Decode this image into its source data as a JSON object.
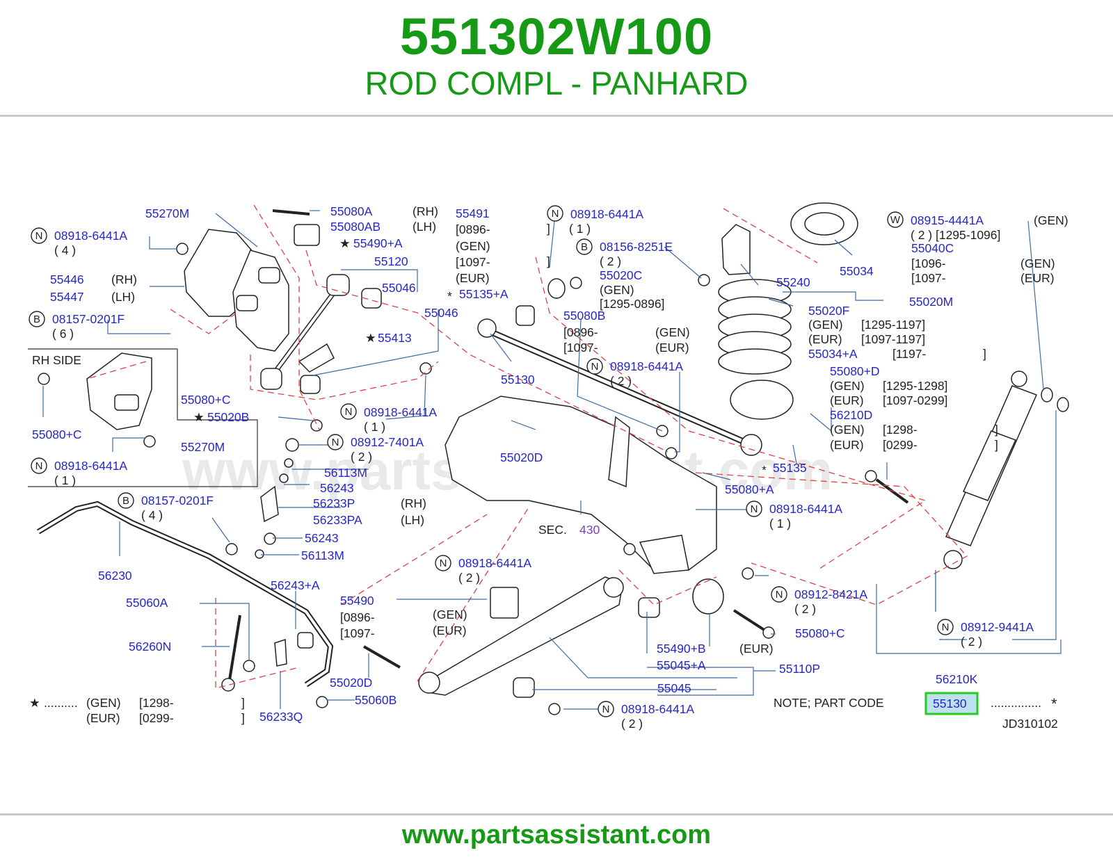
{
  "header": {
    "part_number": "551302W100",
    "part_name": "ROD COMPL - PANHARD"
  },
  "footer": {
    "url": "www.partsassistant.com"
  },
  "watermark": "www.partsassistant.com",
  "diagram_code": "JD310102",
  "note": {
    "text": "NOTE;  PART  CODE",
    "highlight_code": "55130",
    "dots": "...............",
    "star": "*"
  },
  "legend": {
    "star": "★",
    "dots": "..........",
    "gen": "(GEN)",
    "gen_range": "[1298-",
    "eur": "(EUR)",
    "eur_range": "[0299-",
    "bracket": "]"
  },
  "rh_side": "RH   SIDE",
  "sec": {
    "label": "SEC.",
    "number": "430"
  },
  "letters": {
    "N": "N",
    "B": "B",
    "W": "W"
  },
  "parts": {
    "p55270M_a": "55270M",
    "p08918_a": "08918-6441A",
    "q4": "( 4 )",
    "p55446": "55446",
    "p55447": "55447",
    "rh": "(RH)",
    "lh": "(LH)",
    "p08157_a": "08157-0201F",
    "q6": "( 6 )",
    "p55080C_a": "55080+C",
    "p55270M_b": "55270M",
    "p08918_b": "08918-6441A",
    "q1": "( 1 )",
    "p55080A": "55080A",
    "p55080AB": "55080AB",
    "p55490A": "55490+A",
    "star": "★",
    "p55120": "55120",
    "p55046_a": "55046",
    "p55046_b": "55046",
    "p55413": "55413",
    "p55080C_b": "55080+C",
    "p55020B": "55020B",
    "p55491": "55491",
    "r0896": "[0896-",
    "gen": "(GEN)",
    "r1097": "[1097-",
    "eur": "(EUR)",
    "p55135A": "55135+A",
    "asterisk": "*",
    "p08918_c": "08918-6441A",
    "q1b": "( 1 )",
    "p08156": "08156-8251E",
    "q2": "( 2 )",
    "p55020C": "55020C",
    "r1295_0896": "[1295-0896]",
    "p55080B": "55080B",
    "gen_b": "(GEN)",
    "eur_b": "(EUR)",
    "p55130": "55130",
    "p08918_d": "08918-6441A",
    "p08918_e": "08918-6441A",
    "p08912_7401": "08912-7401A",
    "p56113M_a": "56113M",
    "p56243_a": "56243",
    "p56233P": "56233P",
    "p56233PA": "56233PA",
    "p56243_b": "56243",
    "p56113M_b": "56113M",
    "p08157_b": "08157-0201F",
    "p56230": "56230",
    "p55020D_a": "55020D",
    "p55240": "55240",
    "p55034": "55034",
    "p08915": "08915-4441A",
    "gen_c": "(GEN)",
    "q2_1295_1096": "( 2 ) [1295-1096]",
    "p55040C": "55040C",
    "r1096": "[1096-",
    "r1097b": "[1097-",
    "p55020M": "55020M",
    "p55020F": "55020F",
    "r1295_1197": "[1295-1197]",
    "r1097_1197": "[1097-1197]",
    "p55034A": "55034+A",
    "r1197": "[1197-",
    "p55080D": "55080+D",
    "r1295_1298": "[1295-1298]",
    "r1097_0299": "[1097-0299]",
    "p56210D": "56210D",
    "r1298": "[1298-",
    "r0299": "[0299-",
    "p55135": "55135",
    "p55080A_plus": "55080+A",
    "p08918_f": "08918-6441A",
    "p08918_g": "08918-6441A",
    "p08912_8421": "08912-8421A",
    "p55080C_c": "55080+C",
    "p08912_9441": "08912-9441A",
    "p56210K": "56210K",
    "p56243A": "56243+A",
    "p55060A": "55060A",
    "p55490": "55490",
    "r1097c": "[1097-",
    "p56260N": "56260N",
    "p55020D_b": "55020D",
    "p55060B": "55060B",
    "p56233Q": "56233Q",
    "p55490B": "55490+B",
    "p55045A": "55045+A",
    "p55045": "55045",
    "p55110P": "55110P",
    "eur_paren": "(EUR)",
    "p08918_h": "08918-6441A"
  }
}
